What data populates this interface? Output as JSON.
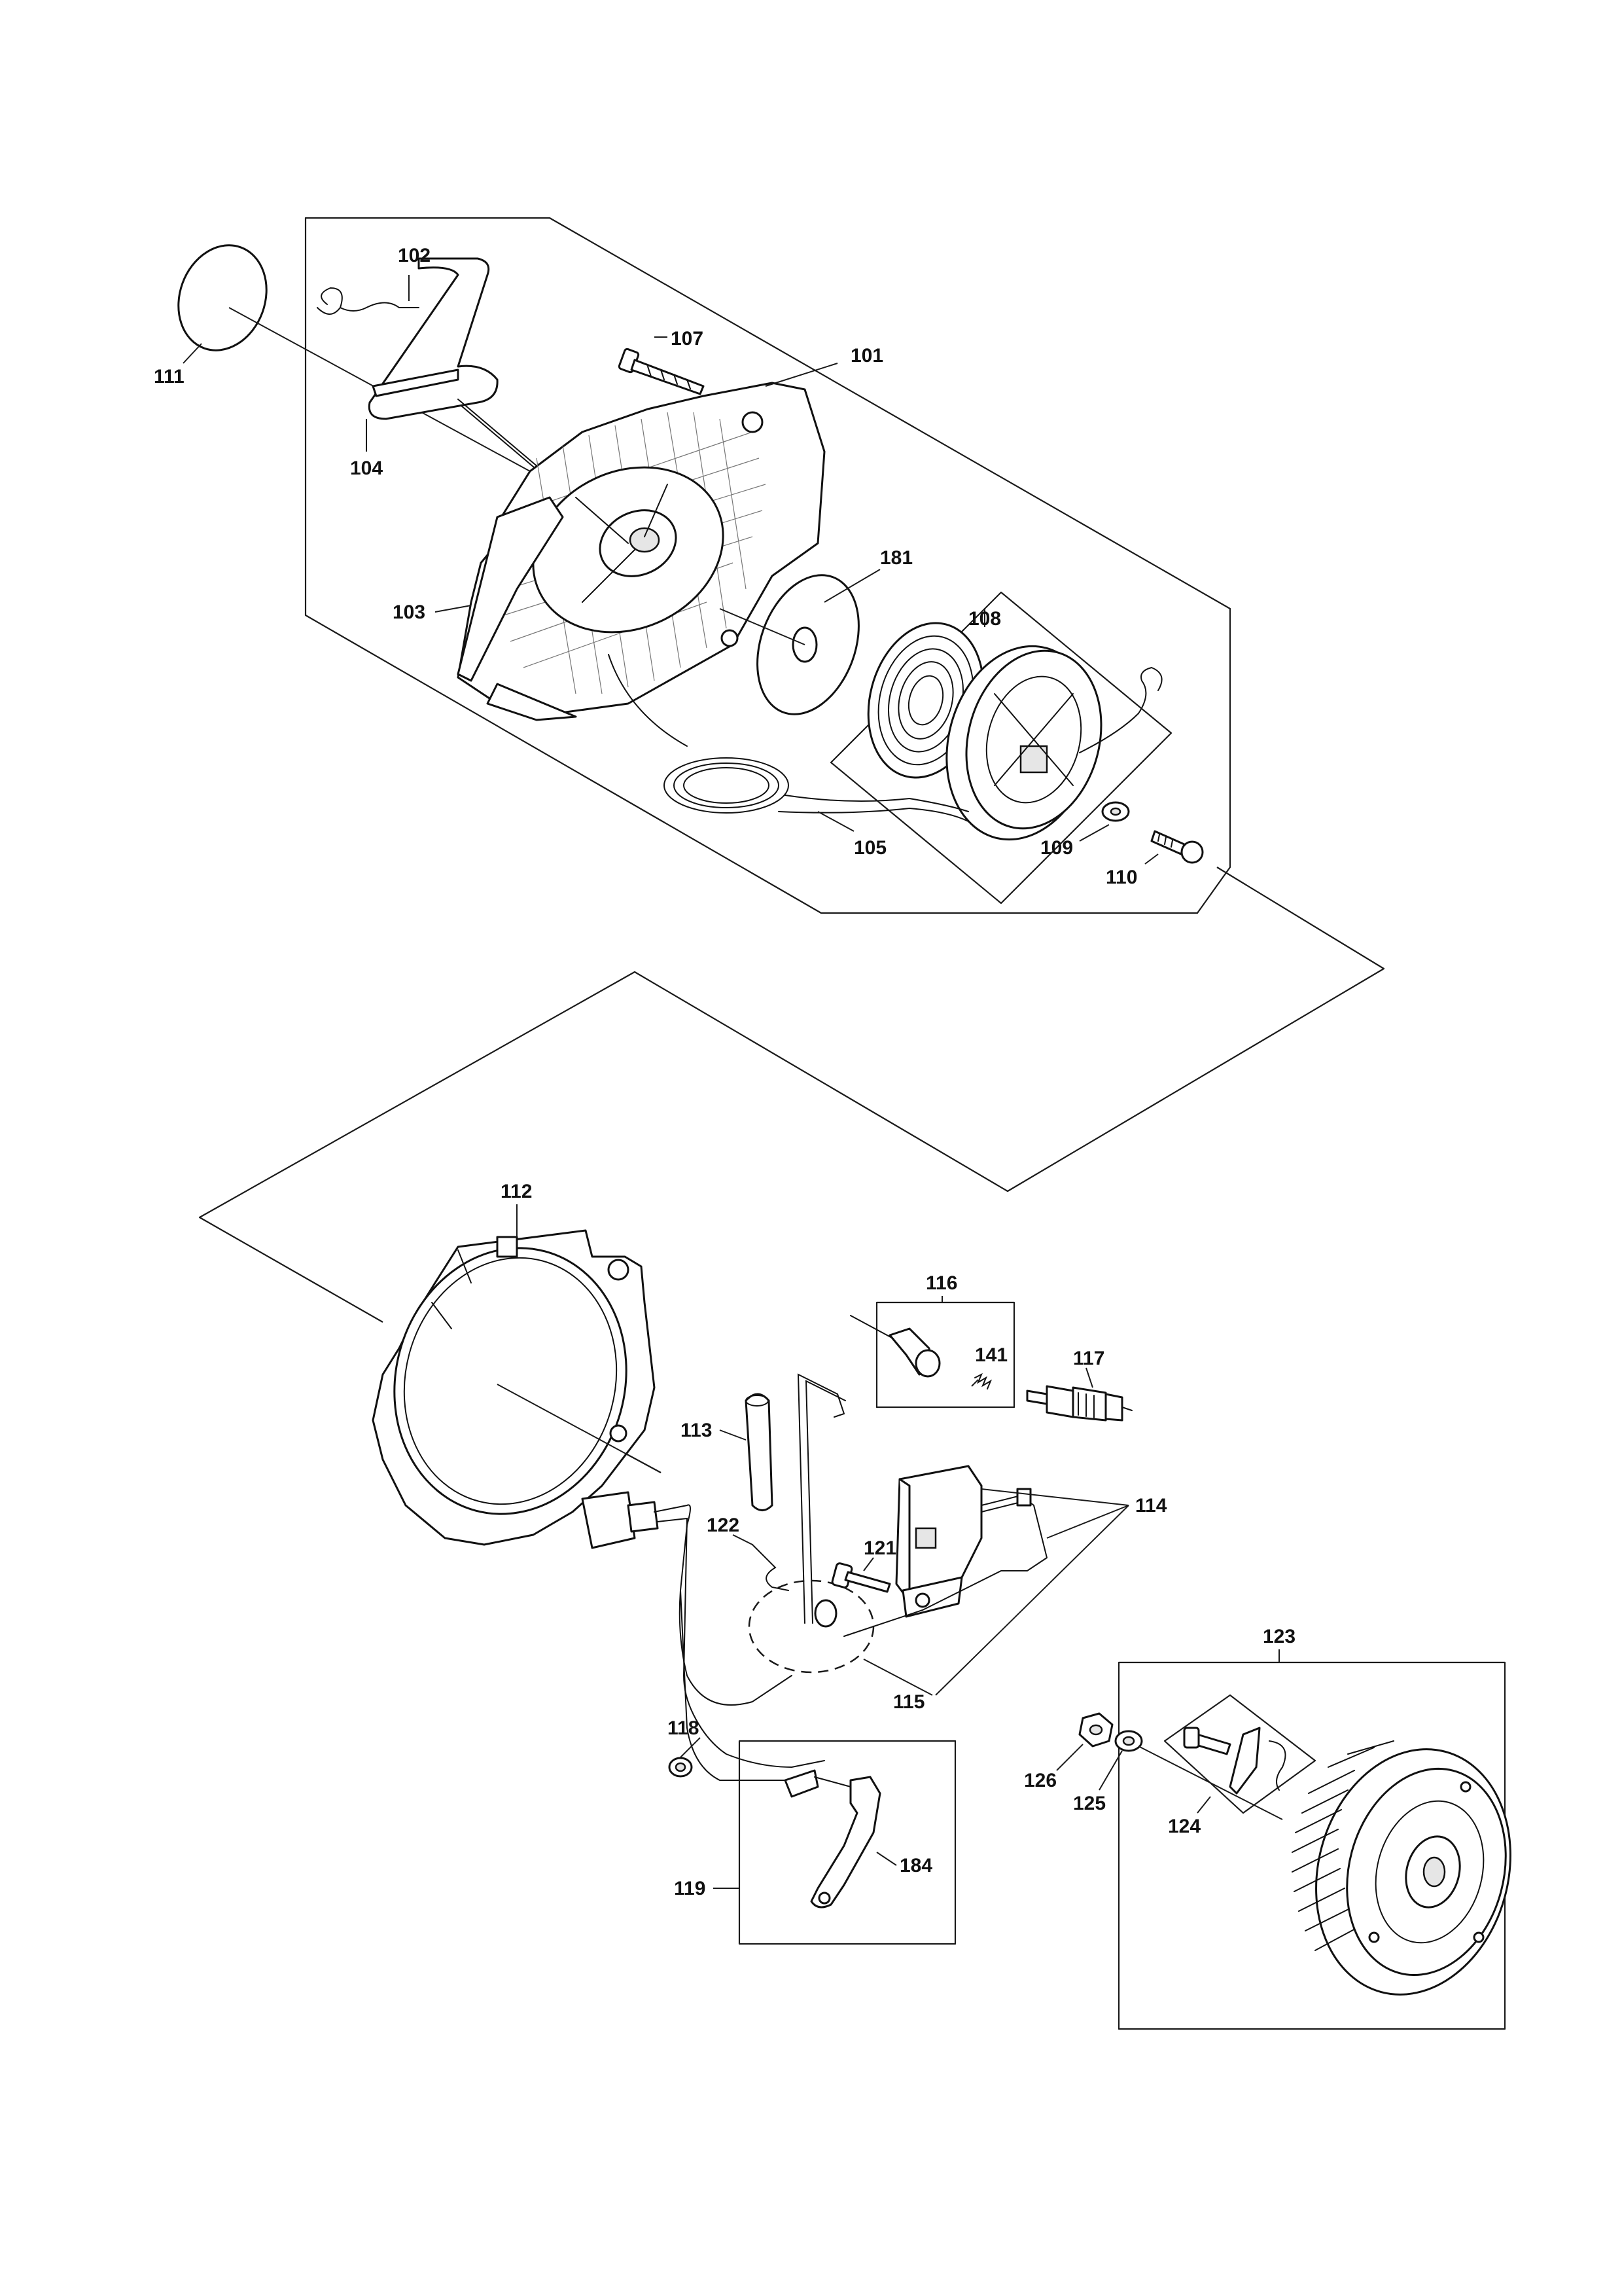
{
  "callouts": [
    {
      "id": "p101",
      "label": "101"
    },
    {
      "id": "p102",
      "label": "102"
    },
    {
      "id": "p103",
      "label": "103"
    },
    {
      "id": "p104",
      "label": "104"
    },
    {
      "id": "p105",
      "label": "105"
    },
    {
      "id": "p107",
      "label": "107"
    },
    {
      "id": "p108",
      "label": "108"
    },
    {
      "id": "p109",
      "label": "109"
    },
    {
      "id": "p110",
      "label": "110"
    },
    {
      "id": "p111",
      "label": "111"
    },
    {
      "id": "p181",
      "label": "181"
    },
    {
      "id": "p112",
      "label": "112"
    },
    {
      "id": "p113",
      "label": "113"
    },
    {
      "id": "p114",
      "label": "114"
    },
    {
      "id": "p115",
      "label": "115"
    },
    {
      "id": "p116",
      "label": "116"
    },
    {
      "id": "p117",
      "label": "117"
    },
    {
      "id": "p118",
      "label": "118"
    },
    {
      "id": "p119",
      "label": "119"
    },
    {
      "id": "p121",
      "label": "121"
    },
    {
      "id": "p122",
      "label": "122"
    },
    {
      "id": "p123",
      "label": "123"
    },
    {
      "id": "p124",
      "label": "124"
    },
    {
      "id": "p125",
      "label": "125"
    },
    {
      "id": "p126",
      "label": "126"
    },
    {
      "id": "p141",
      "label": "141"
    },
    {
      "id": "p184",
      "label": "184"
    }
  ]
}
